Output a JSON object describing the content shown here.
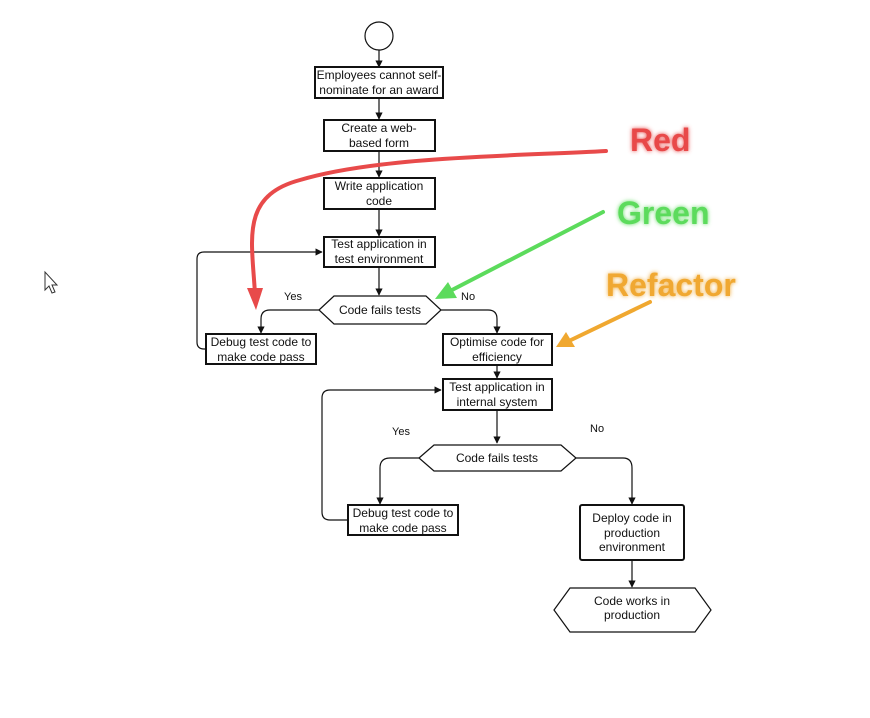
{
  "diagram": {
    "nodes": {
      "employees": {
        "line1": "Employees cannot self-",
        "line2": "nominate for an award"
      },
      "create_form": {
        "line1": "Create a web-",
        "line2": "based form"
      },
      "write_code": {
        "line1": "Write application",
        "line2": "code"
      },
      "test_env": {
        "line1": "Test application in",
        "line2": "test environment"
      },
      "decision1": {
        "label": "Code fails tests"
      },
      "debug1": {
        "line1": "Debug test code to",
        "line2": "make code pass"
      },
      "optimise": {
        "line1": "Optimise code for",
        "line2": "efficiency"
      },
      "test_internal": {
        "line1": "Test application in",
        "line2": "internal system"
      },
      "decision2": {
        "label": "Code fails tests"
      },
      "debug2": {
        "line1": "Debug test code to",
        "line2": "make code pass"
      },
      "deploy": {
        "line1": "Deploy code in",
        "line2": "production",
        "line3": "environment"
      },
      "works": {
        "line1": "Code works in",
        "line2": "production"
      }
    },
    "edge_labels": {
      "d1_yes": "Yes",
      "d1_no": "No",
      "d2_yes": "Yes",
      "d2_no": "No"
    },
    "annotations": {
      "red": {
        "label": "Red",
        "color": "#e84a4a"
      },
      "green": {
        "label": "Green",
        "color": "#5cdb5c"
      },
      "refactor": {
        "label": "Refactor",
        "color": "#f0a830"
      }
    },
    "stroke_color": "#111111"
  }
}
